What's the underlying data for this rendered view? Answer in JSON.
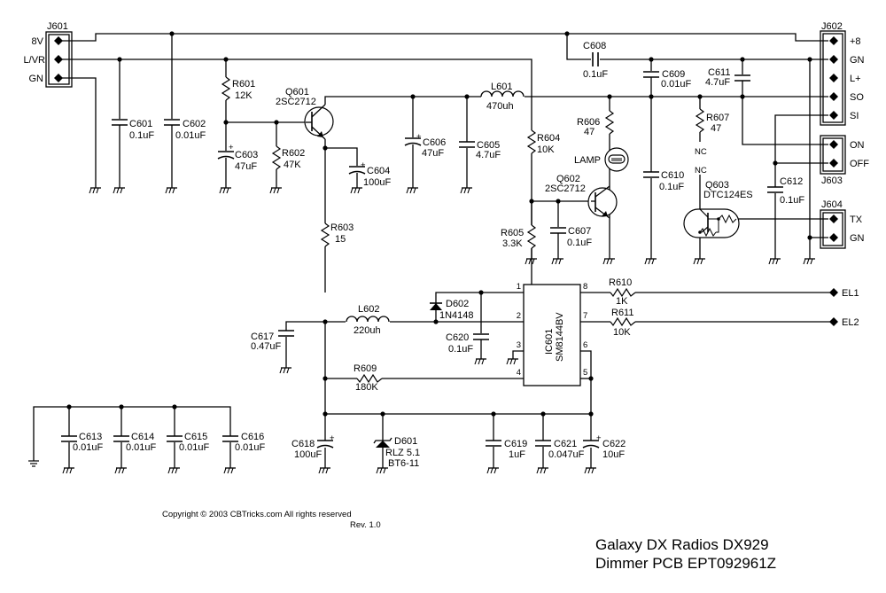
{
  "title": {
    "line1": "Galaxy DX Radios  DX929",
    "line2": "Dimmer PCB EPT092961Z"
  },
  "copyright": "Copyright © 2003 CBTricks.com  All rights reserved",
  "revision": "Rev. 1.0",
  "connectors": {
    "J601": {
      "ref": "J601",
      "pins": [
        "8V",
        "L/VR",
        "GN"
      ]
    },
    "J602": {
      "ref": "J602",
      "pins": [
        "+8",
        "GN",
        "L+",
        "SO",
        "SI"
      ]
    },
    "J603": {
      "ref": "J603",
      "pins": [
        "ON",
        "OFF"
      ]
    },
    "J604": {
      "ref": "J604",
      "pins": [
        "TX",
        "GN"
      ]
    }
  },
  "outputs": {
    "el1": "EL1",
    "el2": "EL2"
  },
  "components": {
    "C601": {
      "ref": "C601",
      "value": "0.1uF"
    },
    "C602": {
      "ref": "C602",
      "value": "0.01uF"
    },
    "C603": {
      "ref": "C603",
      "value": "47uF"
    },
    "C604": {
      "ref": "C604",
      "value": "100uF"
    },
    "C605": {
      "ref": "C605",
      "value": "4.7uF"
    },
    "C606": {
      "ref": "C606",
      "value": "47uF"
    },
    "C607": {
      "ref": "C607",
      "value": "0.1uF"
    },
    "C608": {
      "ref": "C608",
      "value": "0.1uF"
    },
    "C609": {
      "ref": "C609",
      "value": "0.01uF"
    },
    "C610": {
      "ref": "C610",
      "value": "0.1uF"
    },
    "C611": {
      "ref": "C611",
      "value": "4.7uF"
    },
    "C612": {
      "ref": "C612",
      "value": "0.1uF"
    },
    "C613": {
      "ref": "C613",
      "value": "0.01uF"
    },
    "C614": {
      "ref": "C614",
      "value": "0.01uF"
    },
    "C615": {
      "ref": "C615",
      "value": "0.01uF"
    },
    "C616": {
      "ref": "C616",
      "value": "0.01uF"
    },
    "C617": {
      "ref": "C617",
      "value": "0.47uF"
    },
    "C618": {
      "ref": "C618",
      "value": "100uF"
    },
    "C619": {
      "ref": "C619",
      "value": "1uF"
    },
    "C620": {
      "ref": "C620",
      "value": "0.1uF"
    },
    "C621": {
      "ref": "C621",
      "value": "0.047uF"
    },
    "C622": {
      "ref": "C622",
      "value": "10uF"
    },
    "R601": {
      "ref": "R601",
      "value": "12K"
    },
    "R602": {
      "ref": "R602",
      "value": "47K"
    },
    "R603": {
      "ref": "R603",
      "value": "15"
    },
    "R604": {
      "ref": "R604",
      "value": "10K"
    },
    "R605": {
      "ref": "R605",
      "value": "3.3K"
    },
    "R606": {
      "ref": "R606",
      "value": "47"
    },
    "R607": {
      "ref": "R607",
      "value": "47"
    },
    "R609": {
      "ref": "R609",
      "value": "180K"
    },
    "R610": {
      "ref": "R610",
      "value": "1K"
    },
    "R611": {
      "ref": "R611",
      "value": "10K"
    },
    "L601": {
      "ref": "L601",
      "value": "470uh"
    },
    "L602": {
      "ref": "L602",
      "value": "220uh"
    },
    "Q601": {
      "ref": "Q601",
      "value": "2SC2712"
    },
    "Q602": {
      "ref": "Q602",
      "value": "2SC2712"
    },
    "Q603": {
      "ref": "Q603",
      "value": "DTC124ES"
    },
    "D601": {
      "ref": "D601",
      "value": "RLZ  5.1",
      "value2": "BT6-11"
    },
    "D602": {
      "ref": "D602",
      "value": "1N4148"
    },
    "IC601": {
      "ref": "IC601",
      "value": "SM8144BV",
      "pins": [
        "1",
        "2",
        "3",
        "4",
        "5",
        "6",
        "7",
        "8"
      ]
    },
    "LAMP": {
      "ref": "LAMP"
    }
  },
  "nc_label": "NC",
  "plus": "+"
}
